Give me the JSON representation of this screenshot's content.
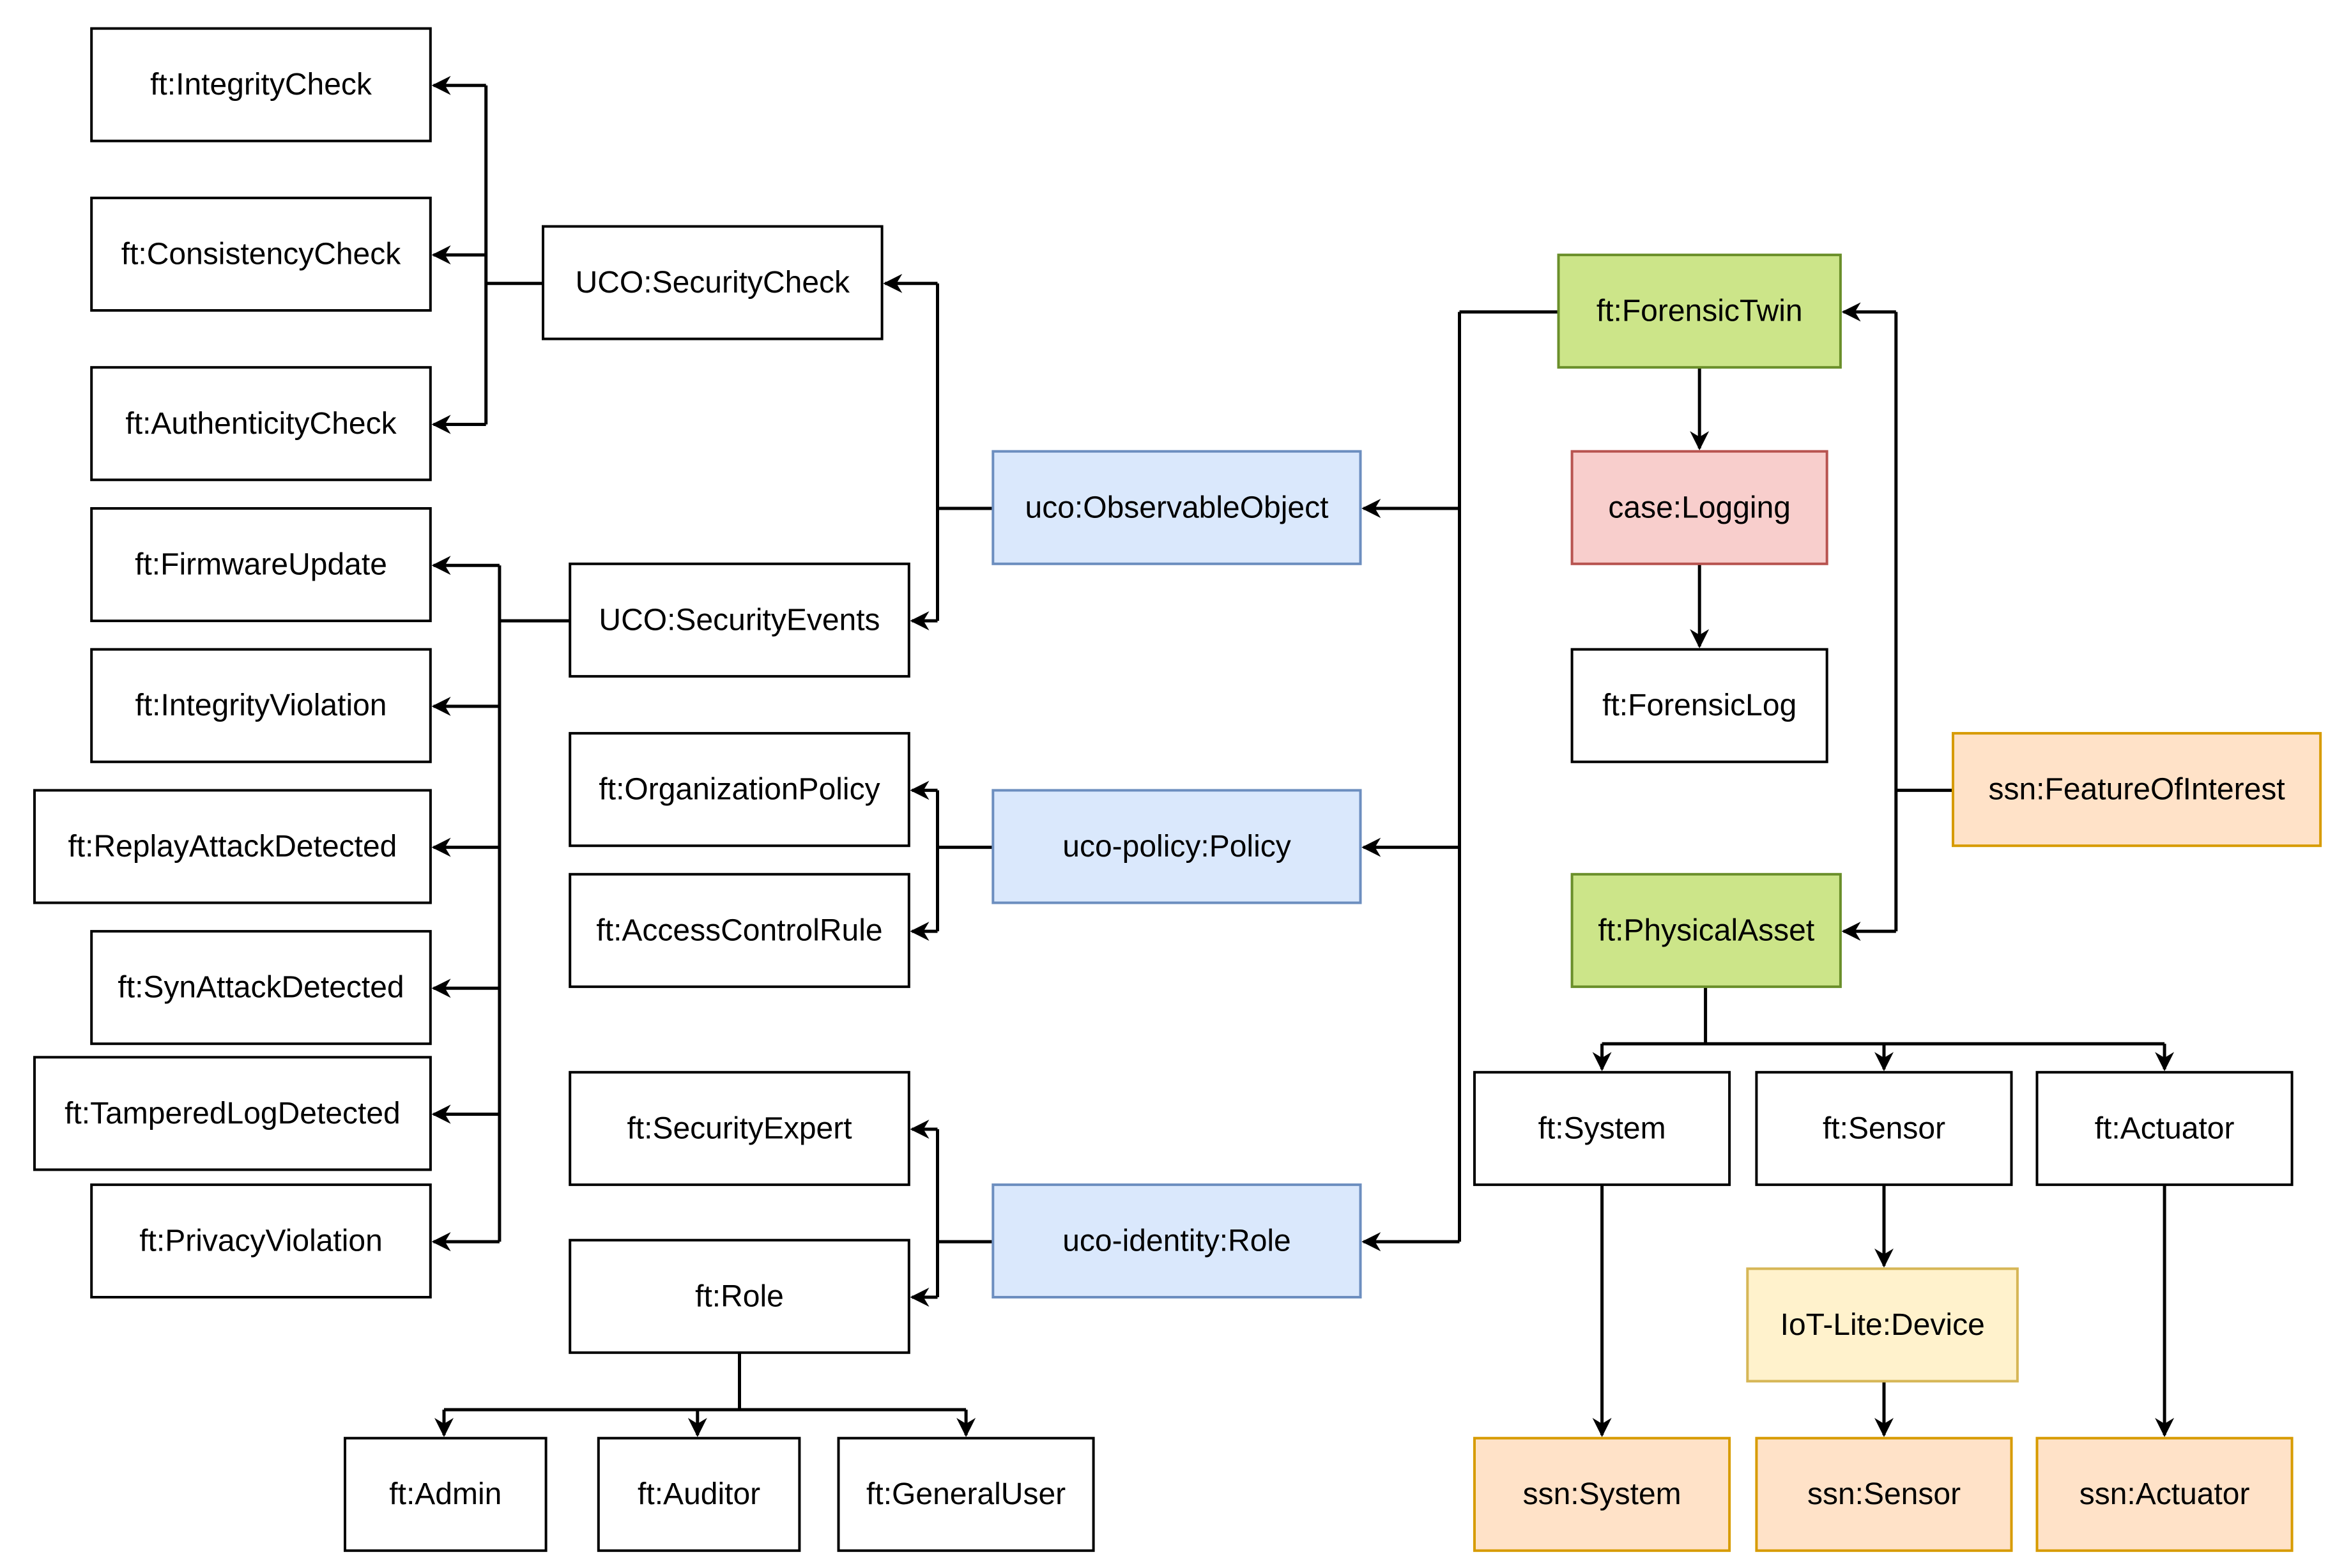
{
  "colors": {
    "line": "#000000",
    "default_fill": "#ffffff",
    "default_stroke": "#000000",
    "blue_fill": "#dae8fc",
    "blue_stroke": "#6c8ebf",
    "green_fill": "#cce589",
    "green_stroke": "#6a8f2a",
    "red_fill": "#f8cecc",
    "red_stroke": "#b85450",
    "orange_fill": "#ffe2c8",
    "orange_stroke": "#d79b00",
    "yellow_fill": "#fff2cc",
    "yellow_stroke": "#d6b656"
  },
  "nodes": {
    "integrity_check": {
      "label": "ft:IntegrityCheck",
      "style": "default"
    },
    "consistency_check": {
      "label": "ft:ConsistencyCheck",
      "style": "default"
    },
    "authenticity_check": {
      "label": "ft:AuthenticityCheck",
      "style": "default"
    },
    "uco_security_check": {
      "label": "UCO:SecurityCheck",
      "style": "default"
    },
    "firmware_update": {
      "label": "ft:FirmwareUpdate",
      "style": "default"
    },
    "integrity_violation": {
      "label": "ft:IntegrityViolation",
      "style": "default"
    },
    "replay_attack": {
      "label": "ft:ReplayAttackDetected",
      "style": "default"
    },
    "syn_attack": {
      "label": "ft:SynAttackDetected",
      "style": "default"
    },
    "tampered_log": {
      "label": "ft:TamperedLogDetected",
      "style": "default"
    },
    "privacy_violation": {
      "label": "ft:PrivacyViolation",
      "style": "default"
    },
    "uco_security_events": {
      "label": "UCO:SecurityEvents",
      "style": "default"
    },
    "organization_policy": {
      "label": "ft:OrganizationPolicy",
      "style": "default"
    },
    "access_control_rule": {
      "label": "ft:AccessControlRule",
      "style": "default"
    },
    "security_expert": {
      "label": "ft:SecurityExpert",
      "style": "default"
    },
    "ft_role": {
      "label": "ft:Role",
      "style": "default"
    },
    "admin": {
      "label": "ft:Admin",
      "style": "default"
    },
    "auditor": {
      "label": "ft:Auditor",
      "style": "default"
    },
    "general_user": {
      "label": "ft:GeneralUser",
      "style": "default"
    },
    "observable_object": {
      "label": "uco:ObservableObject",
      "style": "blue"
    },
    "policy": {
      "label": "uco-policy:Policy",
      "style": "blue"
    },
    "identity_role": {
      "label": "uco-identity:Role",
      "style": "blue"
    },
    "forensic_twin": {
      "label": "ft:ForensicTwin",
      "style": "green"
    },
    "case_logging": {
      "label": "case:Logging",
      "style": "red"
    },
    "forensic_log": {
      "label": "ft:ForensicLog",
      "style": "default"
    },
    "feature_of_interest": {
      "label": "ssn:FeatureOfInterest",
      "style": "orange"
    },
    "physical_asset": {
      "label": "ft:PhysicalAsset",
      "style": "green"
    },
    "ft_system": {
      "label": "ft:System",
      "style": "default"
    },
    "ft_sensor": {
      "label": "ft:Sensor",
      "style": "default"
    },
    "ft_actuator": {
      "label": "ft:Actuator",
      "style": "default"
    },
    "iot_device": {
      "label": "IoT-Lite:Device",
      "style": "yellow"
    },
    "ssn_system": {
      "label": "ssn:System",
      "style": "orange"
    },
    "ssn_sensor": {
      "label": "ssn:Sensor",
      "style": "orange"
    },
    "ssn_actuator": {
      "label": "ssn:Actuator",
      "style": "orange"
    }
  }
}
